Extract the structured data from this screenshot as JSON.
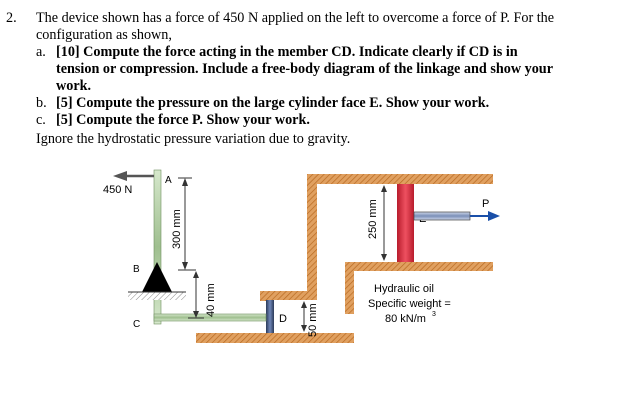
{
  "problem": {
    "number": "2.",
    "intro_line1": "The device shown has a force of 450 N applied on the left to overcome a force of P.  For the",
    "intro_line2": "configuration as shown,",
    "parts": [
      {
        "label": "a.",
        "line1": "[10] Compute the force acting in the member CD.  Indicate clearly if CD is in",
        "line2": "tension or compression.  Include a free-body diagram of the linkage and show your",
        "line3": "work."
      },
      {
        "label": "b.",
        "line1": "[5] Compute the pressure on the large cylinder face E.  Show your work."
      },
      {
        "label": "c.",
        "line1": "[5] Compute the force P.  Show your work."
      }
    ],
    "note": "Ignore the hydrostatic pressure variation due to gravity."
  },
  "diagram": {
    "force_left": "450 N",
    "point_a": "A",
    "point_b": "B",
    "point_c": "C",
    "point_d": "D",
    "point_e": "E",
    "force_p": "P",
    "dim_300": "300 mm",
    "dim_40": "40 mm",
    "dim_50": "50 mm",
    "dim_250": "250 mm",
    "oil_line1": "Hydraulic oil",
    "oil_line2": "Specific weight =",
    "oil_line3": "80 kN/m",
    "oil_line3_sup": "3",
    "colors": {
      "wall": "#d9893a",
      "piston": "#d12b3a",
      "rod_blue": "#1a4fa8",
      "link": "#a8c79a"
    }
  }
}
